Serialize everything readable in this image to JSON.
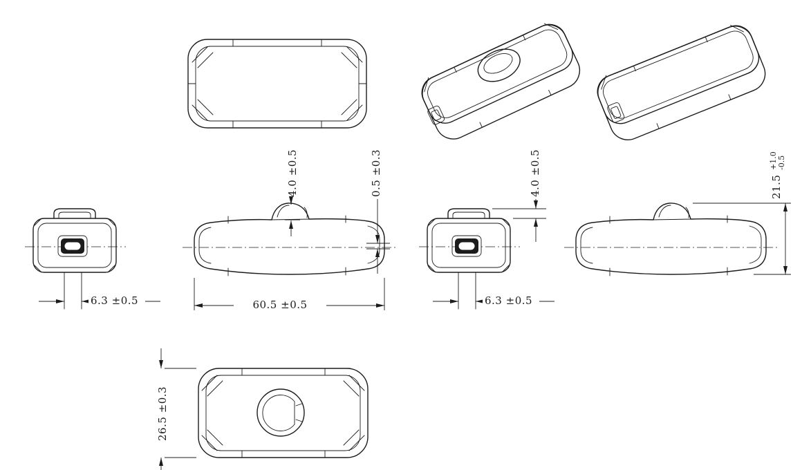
{
  "meta": {
    "background_color": "#ffffff",
    "line_color": "#1c1c1c"
  },
  "dimensions": {
    "rocker_height_left": "4.0 ±0.5",
    "edge_offset": "0.5 ±0.3",
    "rocker_height_right": "4.0 ±0.5",
    "overall_height": {
      "value": "21.5",
      "tol_plus": "+1.0",
      "tol_minus": "-0.5"
    },
    "cord_width_left": "6.3 ±0.5",
    "body_length": "60.5 ±0.5",
    "cord_width_right": "6.3 ±0.5",
    "body_width": "26.5 ±0.3"
  }
}
